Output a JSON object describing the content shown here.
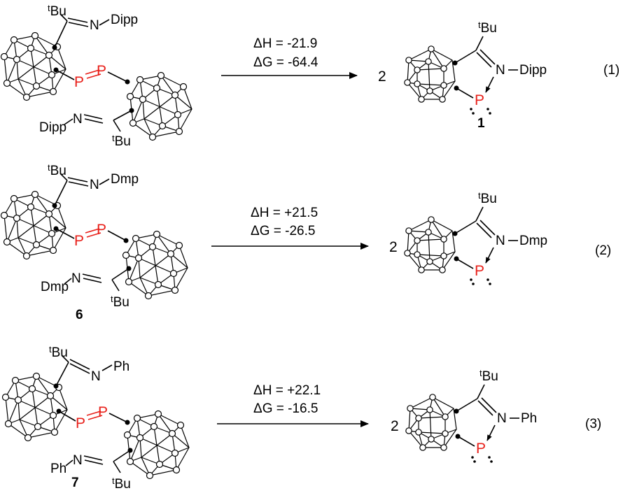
{
  "reactions": [
    {
      "id": "1",
      "left": {
        "tbu_top": "Bu",
        "n_top": "N",
        "r_top": "Dipp",
        "p_left": "P",
        "p_right": "P",
        "r_bottom": "Dipp",
        "n_bottom": "N",
        "tbu_bottom": "Bu",
        "compound": ""
      },
      "dH": "ΔH = -21.9",
      "dG": "ΔG = -64.4",
      "coefficient": "2",
      "right": {
        "tbu": "Bu",
        "n": "N",
        "r": "Dipp",
        "p": "P",
        "compound": "1"
      },
      "equation_number": "(1)"
    },
    {
      "id": "2",
      "left": {
        "tbu_top": "Bu",
        "n_top": "N",
        "r_top": "Dmp",
        "p_left": "P",
        "p_right": "P",
        "r_bottom": "Dmp",
        "n_bottom": "N",
        "tbu_bottom": "Bu",
        "compound": "6"
      },
      "dH": "ΔH = +21.5",
      "dG": "ΔG = -26.5",
      "coefficient": "2",
      "right": {
        "tbu": "Bu",
        "n": "N",
        "r": "Dmp",
        "p": "P",
        "compound": ""
      },
      "equation_number": "(2)"
    },
    {
      "id": "3",
      "left": {
        "tbu_top": "Bu",
        "n_top": "N",
        "r_top": "Ph",
        "p_left": "P",
        "p_right": "P",
        "r_bottom": "Ph",
        "n_bottom": "N",
        "tbu_bottom": "Bu",
        "compound": "7"
      },
      "dH": "ΔH = +22.1",
      "dG": "ΔG = -16.5",
      "coefficient": "2",
      "right": {
        "tbu": "Bu",
        "n": "N",
        "r": "Ph",
        "p": "P",
        "compound": ""
      },
      "equation_number": "(3)"
    }
  ],
  "tbu_superscript": "t",
  "colors": {
    "phosphorus": "#e8201a",
    "bonds": "#000000",
    "background": "#ffffff"
  }
}
